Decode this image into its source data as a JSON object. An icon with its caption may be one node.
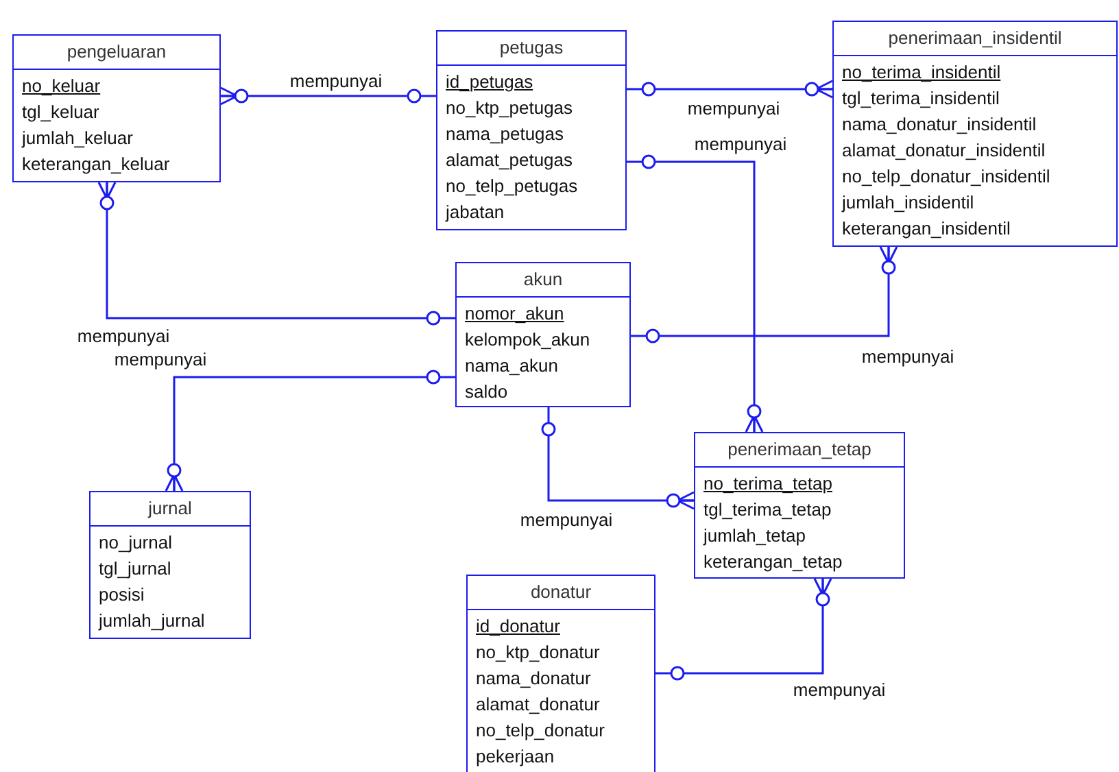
{
  "diagram": {
    "nodes": [
      {
        "text": [
          "pengeluaran",
          "no_keluar",
          "tgl_keluar",
          "jumlah_keluar",
          "keterangan_keluar"
        ]
      },
      {
        "text": [
          "petugas",
          "id_petugas",
          "no_ktp_petugas",
          "nama_petugas",
          "alamat_petugas",
          "no_telp_petugas",
          "jabatan"
        ]
      },
      {
        "text": [
          "penerimaan_insidentil",
          "no_terima_insidentil",
          "tgl_terima_insidentil",
          "nama_donatur_insidentil",
          "alamat_donatur_insidentil",
          "no_telp_donatur_insidentil",
          "jumlah_insidentil",
          "keterangan_insidentil"
        ]
      },
      {
        "text": [
          "akun",
          "nomor_akun",
          "kelompok_akun",
          "nama_akun",
          "saldo"
        ]
      },
      {
        "text": [
          "jurnal",
          "no_jurnal",
          "tgl_jurnal",
          "posisi",
          "jumlah_jurnal"
        ]
      },
      {
        "text": [
          "penerimaan_tetap",
          "no_terima_tetap",
          "tgl_terima_tetap",
          "jumlah_tetap",
          "keterangan_tetap"
        ]
      },
      {
        "text": [
          "donatur",
          "id_donatur",
          "no_ktp_donatur",
          "nama_donatur",
          "alamat_donatur",
          "no_telp_donatur",
          "pekerjaan"
        ]
      }
    ],
    "edges": [
      {
        "from": 1,
        "to": 0,
        "arrow": "other",
        "label": "mempunyai"
      },
      {
        "from": 1,
        "to": 2,
        "arrow": "other",
        "label": "mempunyai"
      },
      {
        "from": 1,
        "to": 5,
        "arrow": "other",
        "label": "mempunyai"
      },
      {
        "from": 3,
        "to": 0,
        "arrow": "other",
        "label": "mempunyai"
      },
      {
        "from": 3,
        "to": 2,
        "arrow": "other",
        "label": "mempunyai"
      },
      {
        "from": 3,
        "to": 4,
        "arrow": "other",
        "label": "mempunyai"
      },
      {
        "from": 3,
        "to": 5,
        "arrow": "other",
        "label": "mempunyai"
      },
      {
        "from": 6,
        "to": 5,
        "arrow": "other",
        "label": "mempunyai"
      }
    ]
  }
}
